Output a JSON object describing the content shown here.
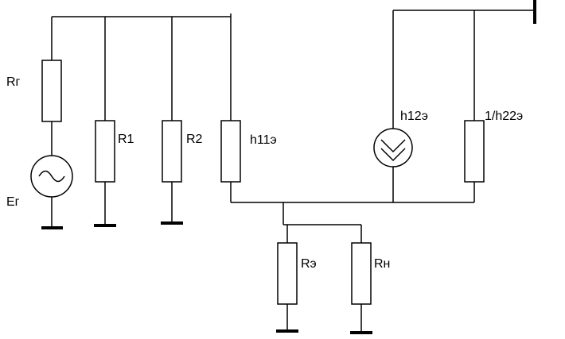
{
  "labels": {
    "rg": "Rг",
    "eg": "Eг",
    "r1": "R1",
    "r2": "R2",
    "h11": "h11э",
    "h12": "h12э",
    "h22": "1/h22э",
    "re": "Rэ",
    "rn": "Rн"
  },
  "icons": {
    "source": "ac-voltage-source-icon",
    "dependent_source": "dependent-source-icon",
    "ground": "ground-icon"
  }
}
